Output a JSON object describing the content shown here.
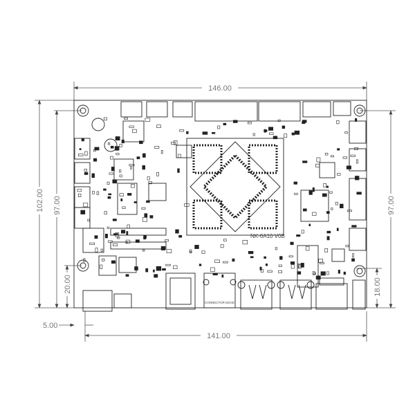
{
  "drawing": {
    "board_label": "NK-6A10  V0B",
    "connector_label": "CONNECTOR EDGE",
    "dimensions": {
      "top_width": "146.00",
      "bottom_width": "141.00",
      "left_height_outer": "102.00",
      "left_height_inner": "97.00",
      "right_height": "97.00",
      "left_offset_bottom": "20.00",
      "right_offset_bottom": "18.00",
      "left_hole_offset": "5.00"
    }
  }
}
